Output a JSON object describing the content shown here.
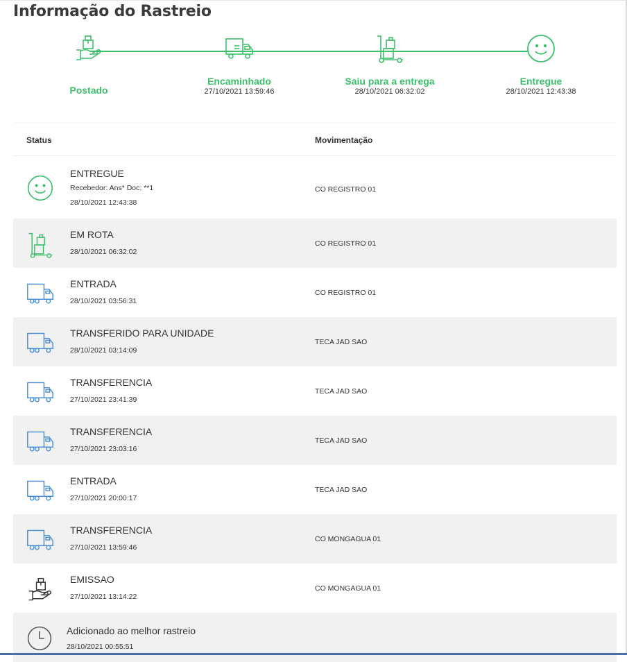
{
  "page": {
    "title": "Informação do Rastreio"
  },
  "tracker": {
    "steps": [
      {
        "label": "Postado",
        "date": "",
        "icon": "hand-package-icon"
      },
      {
        "label": "Encaminhado",
        "date": "27/10/2021 13:59:46",
        "icon": "truck-icon"
      },
      {
        "label": "Saiu para a entrega",
        "date": "28/10/2021 06:32:02",
        "icon": "hand-truck-icon"
      },
      {
        "label": "Entregue",
        "date": "28/10/2021 12:43:38",
        "icon": "smiley-icon"
      }
    ],
    "color": "#3dbf6c"
  },
  "table": {
    "headers": {
      "status": "Status",
      "movimentacao": "Movimentação"
    },
    "rows": [
      {
        "status": "ENTREGUE",
        "detail": "Recebedor: Ans* Doc: **1",
        "date": "28/10/2021 12:43:38",
        "movimentacao": "CO REGISTRO 01",
        "icon": "smiley-icon"
      },
      {
        "status": "EM ROTA",
        "detail": "",
        "date": "28/10/2021 06:32:02",
        "movimentacao": "CO REGISTRO 01",
        "icon": "hand-truck-icon"
      },
      {
        "status": "ENTRADA",
        "detail": "",
        "date": "28/10/2021 03:56:31",
        "movimentacao": "CO REGISTRO 01",
        "icon": "truck-icon"
      },
      {
        "status": "TRANSFERIDO PARA UNIDADE",
        "detail": "",
        "date": "28/10/2021 03:14:09",
        "movimentacao": "TECA JAD SAO",
        "icon": "truck-icon"
      },
      {
        "status": "TRANSFERENCIA",
        "detail": "",
        "date": "27/10/2021 23:41:39",
        "movimentacao": "TECA JAD SAO",
        "icon": "truck-icon"
      },
      {
        "status": "TRANSFERENCIA",
        "detail": "",
        "date": "27/10/2021 23:03:16",
        "movimentacao": "TECA JAD SAO",
        "icon": "truck-icon"
      },
      {
        "status": "ENTRADA",
        "detail": "",
        "date": "27/10/2021 20:00:17",
        "movimentacao": "TECA JAD SAO",
        "icon": "truck-icon"
      },
      {
        "status": "TRANSFERENCIA",
        "detail": "",
        "date": "27/10/2021 13:59:46",
        "movimentacao": "CO MONGAGUA 01",
        "icon": "truck-icon"
      },
      {
        "status": "EMISSAO",
        "detail": "",
        "date": "27/10/2021 13:14:22",
        "movimentacao": "CO MONGAGUA 01",
        "icon": "hand-package-icon"
      },
      {
        "status": "Adicionado ao melhor rastreio",
        "detail": "",
        "date": "28/10/2021 00:55:51",
        "movimentacao": "",
        "icon": "clock-icon"
      }
    ]
  },
  "colors": {
    "green": "#3dbf6c",
    "blue": "#4a90d9",
    "dark": "#333333",
    "alt_row": "#f1f1f1"
  }
}
